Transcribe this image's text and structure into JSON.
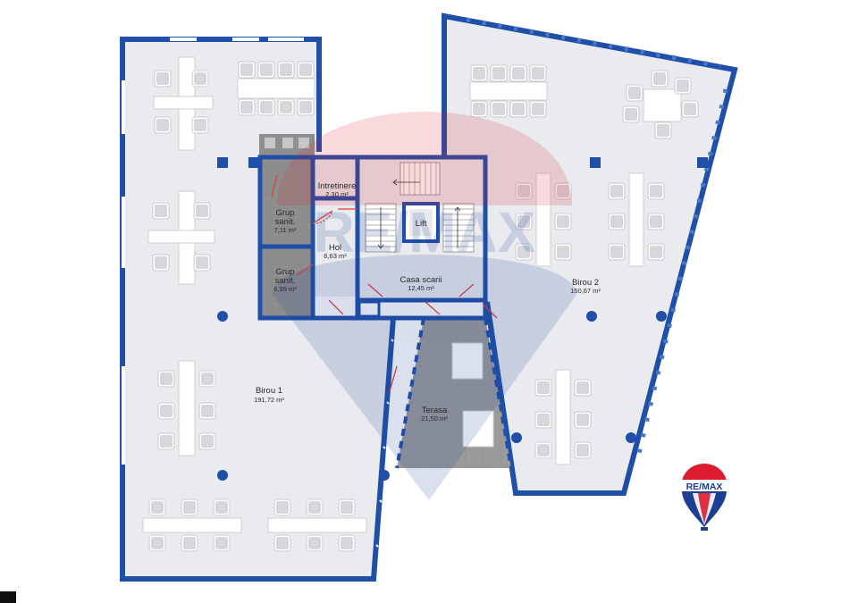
{
  "rooms": {
    "intretinere": {
      "name": "Intretinere",
      "area": "2,30 m²"
    },
    "grup_sanit_1": {
      "name": "Grup\nsanit.",
      "line1": "Grup",
      "line2": "sanit.",
      "area": "7,11 m²"
    },
    "grup_sanit_2": {
      "name": "Grup\nsanit.",
      "line1": "Grup",
      "line2": "sanit.",
      "area": "6,99 m²"
    },
    "hol": {
      "name": "Hol",
      "area": "6,63 m²"
    },
    "lift": {
      "name": "Lift"
    },
    "casa_scarii": {
      "name": "Casa scarii",
      "area": "12,45 m²"
    },
    "birou_1": {
      "name": "Birou 1",
      "area": "191,72 m²"
    },
    "birou_2": {
      "name": "Birou 2",
      "area": "150,67 m²"
    },
    "terasa": {
      "name": "Terasa",
      "area": "21,50 m²"
    }
  },
  "watermark": {
    "text": "RE/MAX"
  },
  "logo": {
    "text": "RE/MAX"
  },
  "colors": {
    "wall": "#1f4fa8",
    "floor": "#e9ebee",
    "terrace": "#9a9a9a",
    "door": "#e0413a",
    "logo_red": "#dc1c2e",
    "logo_blue": "#1c3f94"
  }
}
